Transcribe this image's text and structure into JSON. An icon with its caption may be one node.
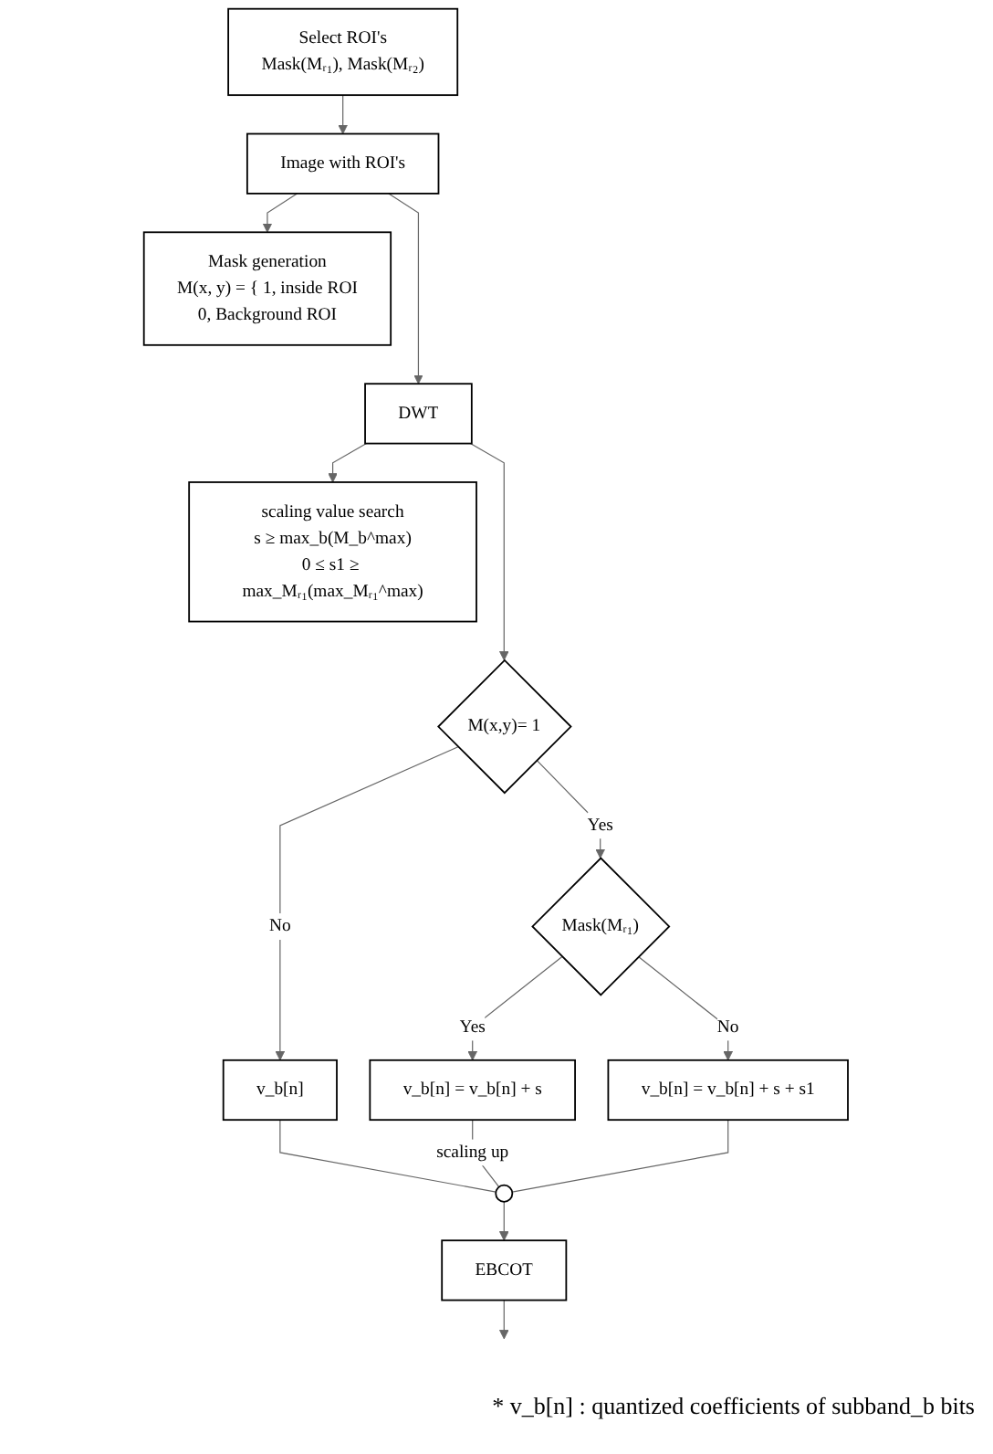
{
  "diagram": {
    "nodes": [
      {
        "text": [
          "Select ROI's",
          "Mask(Mᵣ₁), Mask(Mᵣ₂)"
        ]
      },
      {
        "text": [
          "Image with ROI's"
        ]
      },
      {
        "text": [
          "Mask generation",
          "M(x, y) = { 1, inside ROI",
          "0, Background ROI"
        ]
      },
      {
        "text": [
          "DWT"
        ]
      },
      {
        "text": [
          "scaling value search",
          "s ≥ max_b(M_b^max)",
          "0 ≤ s1 ≥ max_Mᵣ₁(max_Mᵣ₁^max)"
        ]
      },
      {
        "text": [
          "M(x,y)= 1"
        ]
      },
      {
        "text": [
          "Mask(Mᵣ₁)"
        ]
      },
      {
        "text": [
          "v_b[n]"
        ]
      },
      {
        "text": [
          "v_b[n] = v_b[n] + s"
        ]
      },
      {
        "text": [
          "v_b[n] = v_b[n] + s + s1"
        ]
      },
      {
        "text": [],
        "shape": "circle"
      },
      {
        "text": [
          "EBCOT"
        ]
      }
    ],
    "edges": [
      {
        "from": 0,
        "to": 1,
        "arrow": "to"
      },
      {
        "from": 1,
        "to": 2,
        "arrow": "to"
      },
      {
        "from": 1,
        "to": 3,
        "arrow": "to"
      },
      {
        "from": 3,
        "to": 4,
        "arrow": "to"
      },
      {
        "from": 3,
        "to": 5,
        "arrow": "to"
      },
      {
        "from": 5,
        "to": 6,
        "arrow": "to",
        "label": "Yes"
      },
      {
        "from": 5,
        "to": 7,
        "arrow": "to",
        "label": "No"
      },
      {
        "from": 6,
        "to": 8,
        "arrow": "to",
        "label": "Yes"
      },
      {
        "from": 6,
        "to": 9,
        "arrow": "to",
        "label": "No"
      },
      {
        "from": 7,
        "to": 10,
        "arrow": "none"
      },
      {
        "from": 8,
        "to": 10,
        "arrow": "none",
        "label": "scaling up"
      },
      {
        "from": 9,
        "to": 10,
        "arrow": "none"
      },
      {
        "from": 10,
        "to": 11,
        "arrow": "to"
      },
      {
        "from": 11,
        "to": null,
        "arrow": "to"
      }
    ],
    "labels": [
      "* v_b[n] : quantized coefficients of subband_b bits"
    ]
  }
}
